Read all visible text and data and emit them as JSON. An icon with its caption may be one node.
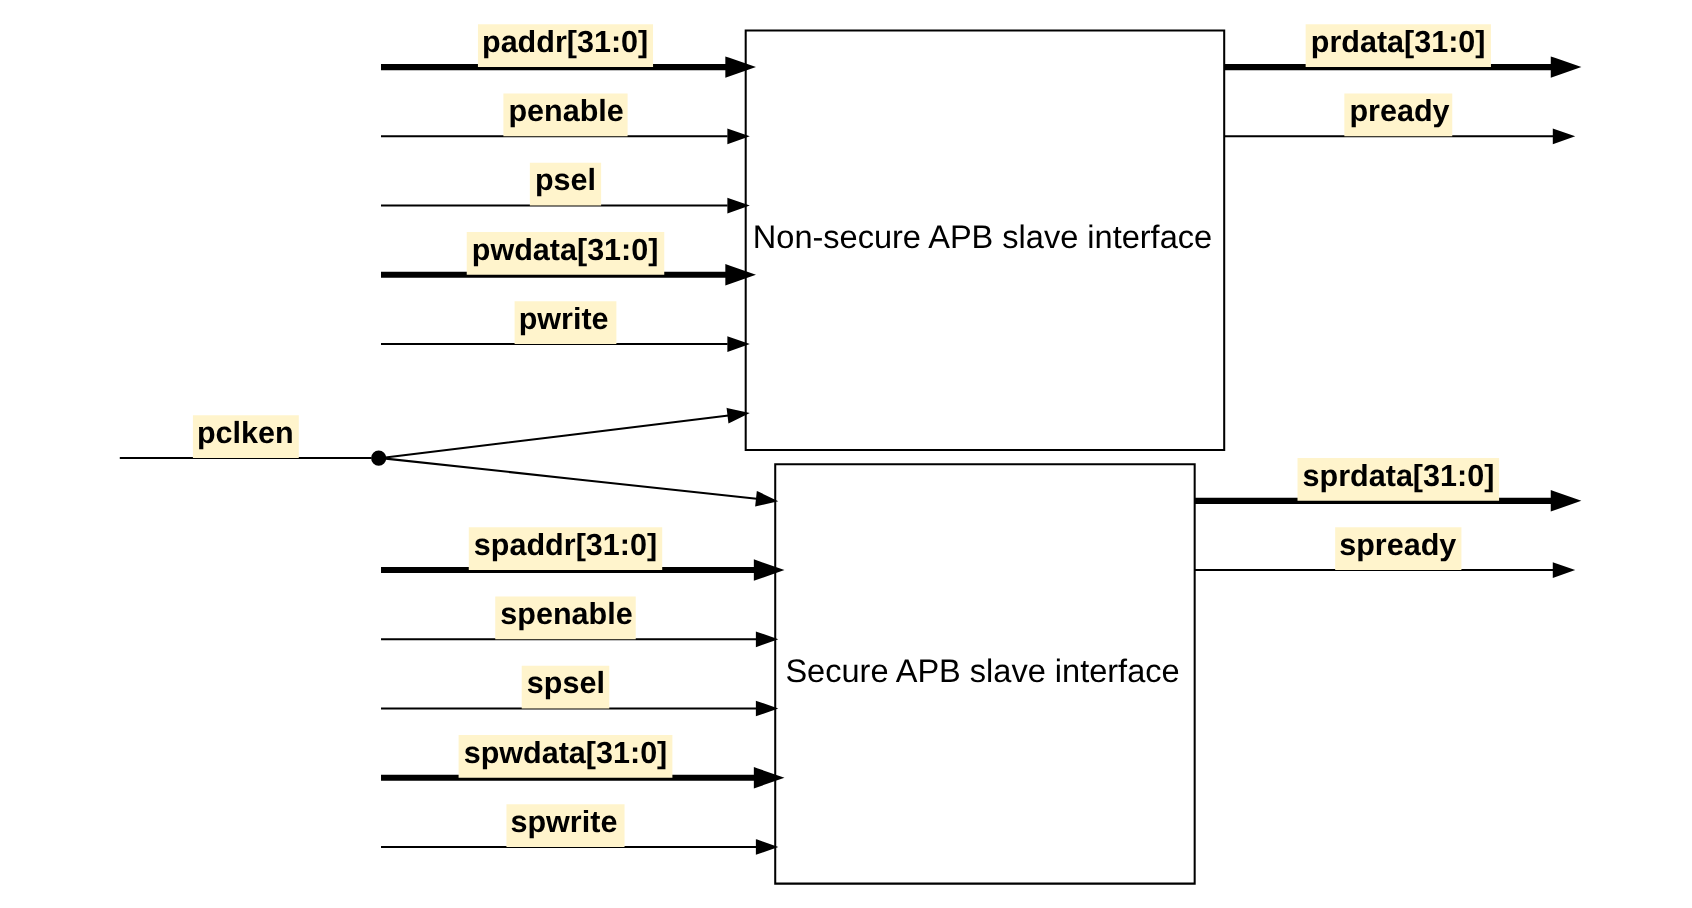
{
  "diagram": {
    "nodes": [
      {
        "text": [
          "Non-secure APB slave interface"
        ]
      },
      {
        "text": [],
        "shape": "circle"
      },
      {
        "text": [
          "Secure APB slave interface"
        ]
      }
    ],
    "edges": [
      {
        "from": null,
        "to": 0,
        "arrow": "to",
        "label": "paddr[31:0]",
        "style": "thick"
      },
      {
        "from": null,
        "to": 0,
        "arrow": "to",
        "label": "penable"
      },
      {
        "from": null,
        "to": 0,
        "arrow": "to",
        "label": "psel"
      },
      {
        "from": null,
        "to": 0,
        "arrow": "to",
        "label": "pwdata[31:0]",
        "style": "thick"
      },
      {
        "from": null,
        "to": 0,
        "arrow": "to",
        "label": "pwrite"
      },
      {
        "from": null,
        "to": 1,
        "arrow": "none",
        "label": "pclken"
      },
      {
        "from": 1,
        "to": 0,
        "arrow": "to"
      },
      {
        "from": 1,
        "to": 2,
        "arrow": "to"
      },
      {
        "from": 0,
        "to": null,
        "arrow": "to",
        "label": "prdata[31:0]",
        "style": "thick"
      },
      {
        "from": 0,
        "to": null,
        "arrow": "to",
        "label": "pready"
      },
      {
        "from": null,
        "to": 2,
        "arrow": "to",
        "label": "spaddr[31:0]",
        "style": "thick"
      },
      {
        "from": null,
        "to": 2,
        "arrow": "to",
        "label": "spenable"
      },
      {
        "from": null,
        "to": 2,
        "arrow": "to",
        "label": "spsel"
      },
      {
        "from": null,
        "to": 2,
        "arrow": "to",
        "label": "spwdata[31:0]",
        "style": "thick"
      },
      {
        "from": null,
        "to": 2,
        "arrow": "to",
        "label": "spwrite"
      },
      {
        "from": 2,
        "to": null,
        "arrow": "to",
        "label": "sprdata[31:0]",
        "style": "thick"
      },
      {
        "from": 2,
        "to": null,
        "arrow": "to",
        "label": "spready"
      }
    ]
  }
}
